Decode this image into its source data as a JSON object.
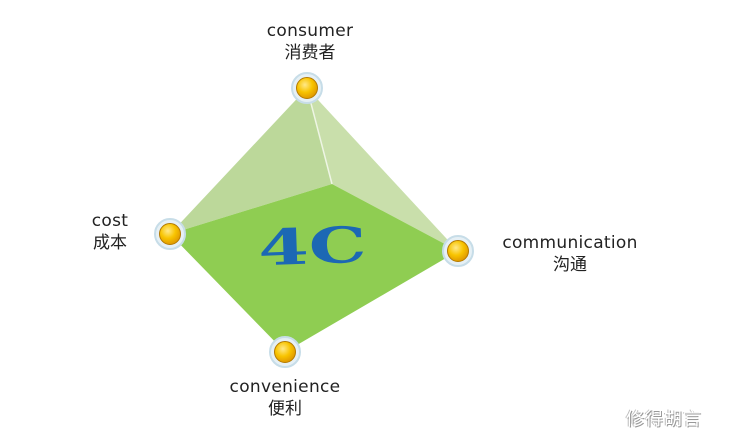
{
  "diagram": {
    "center_text": "4C",
    "colors": {
      "front_face": "#8fcd52",
      "back_left_face": "#bcd89a",
      "back_right_face": "#c8dfa8",
      "center_text": "#1c68b4",
      "node_fill": "#f7c000",
      "node_ring": "#cfe2ec"
    },
    "nodes": [
      {
        "id": "consumer",
        "en": "consumer",
        "zh": "消费者",
        "position": "top"
      },
      {
        "id": "cost",
        "en": "cost",
        "zh": "成本",
        "position": "left"
      },
      {
        "id": "communication",
        "en": "communication",
        "zh": "沟通",
        "position": "right"
      },
      {
        "id": "convenience",
        "en": "convenience",
        "zh": "便利",
        "position": "bottom"
      }
    ]
  },
  "watermark": "修得胡言"
}
